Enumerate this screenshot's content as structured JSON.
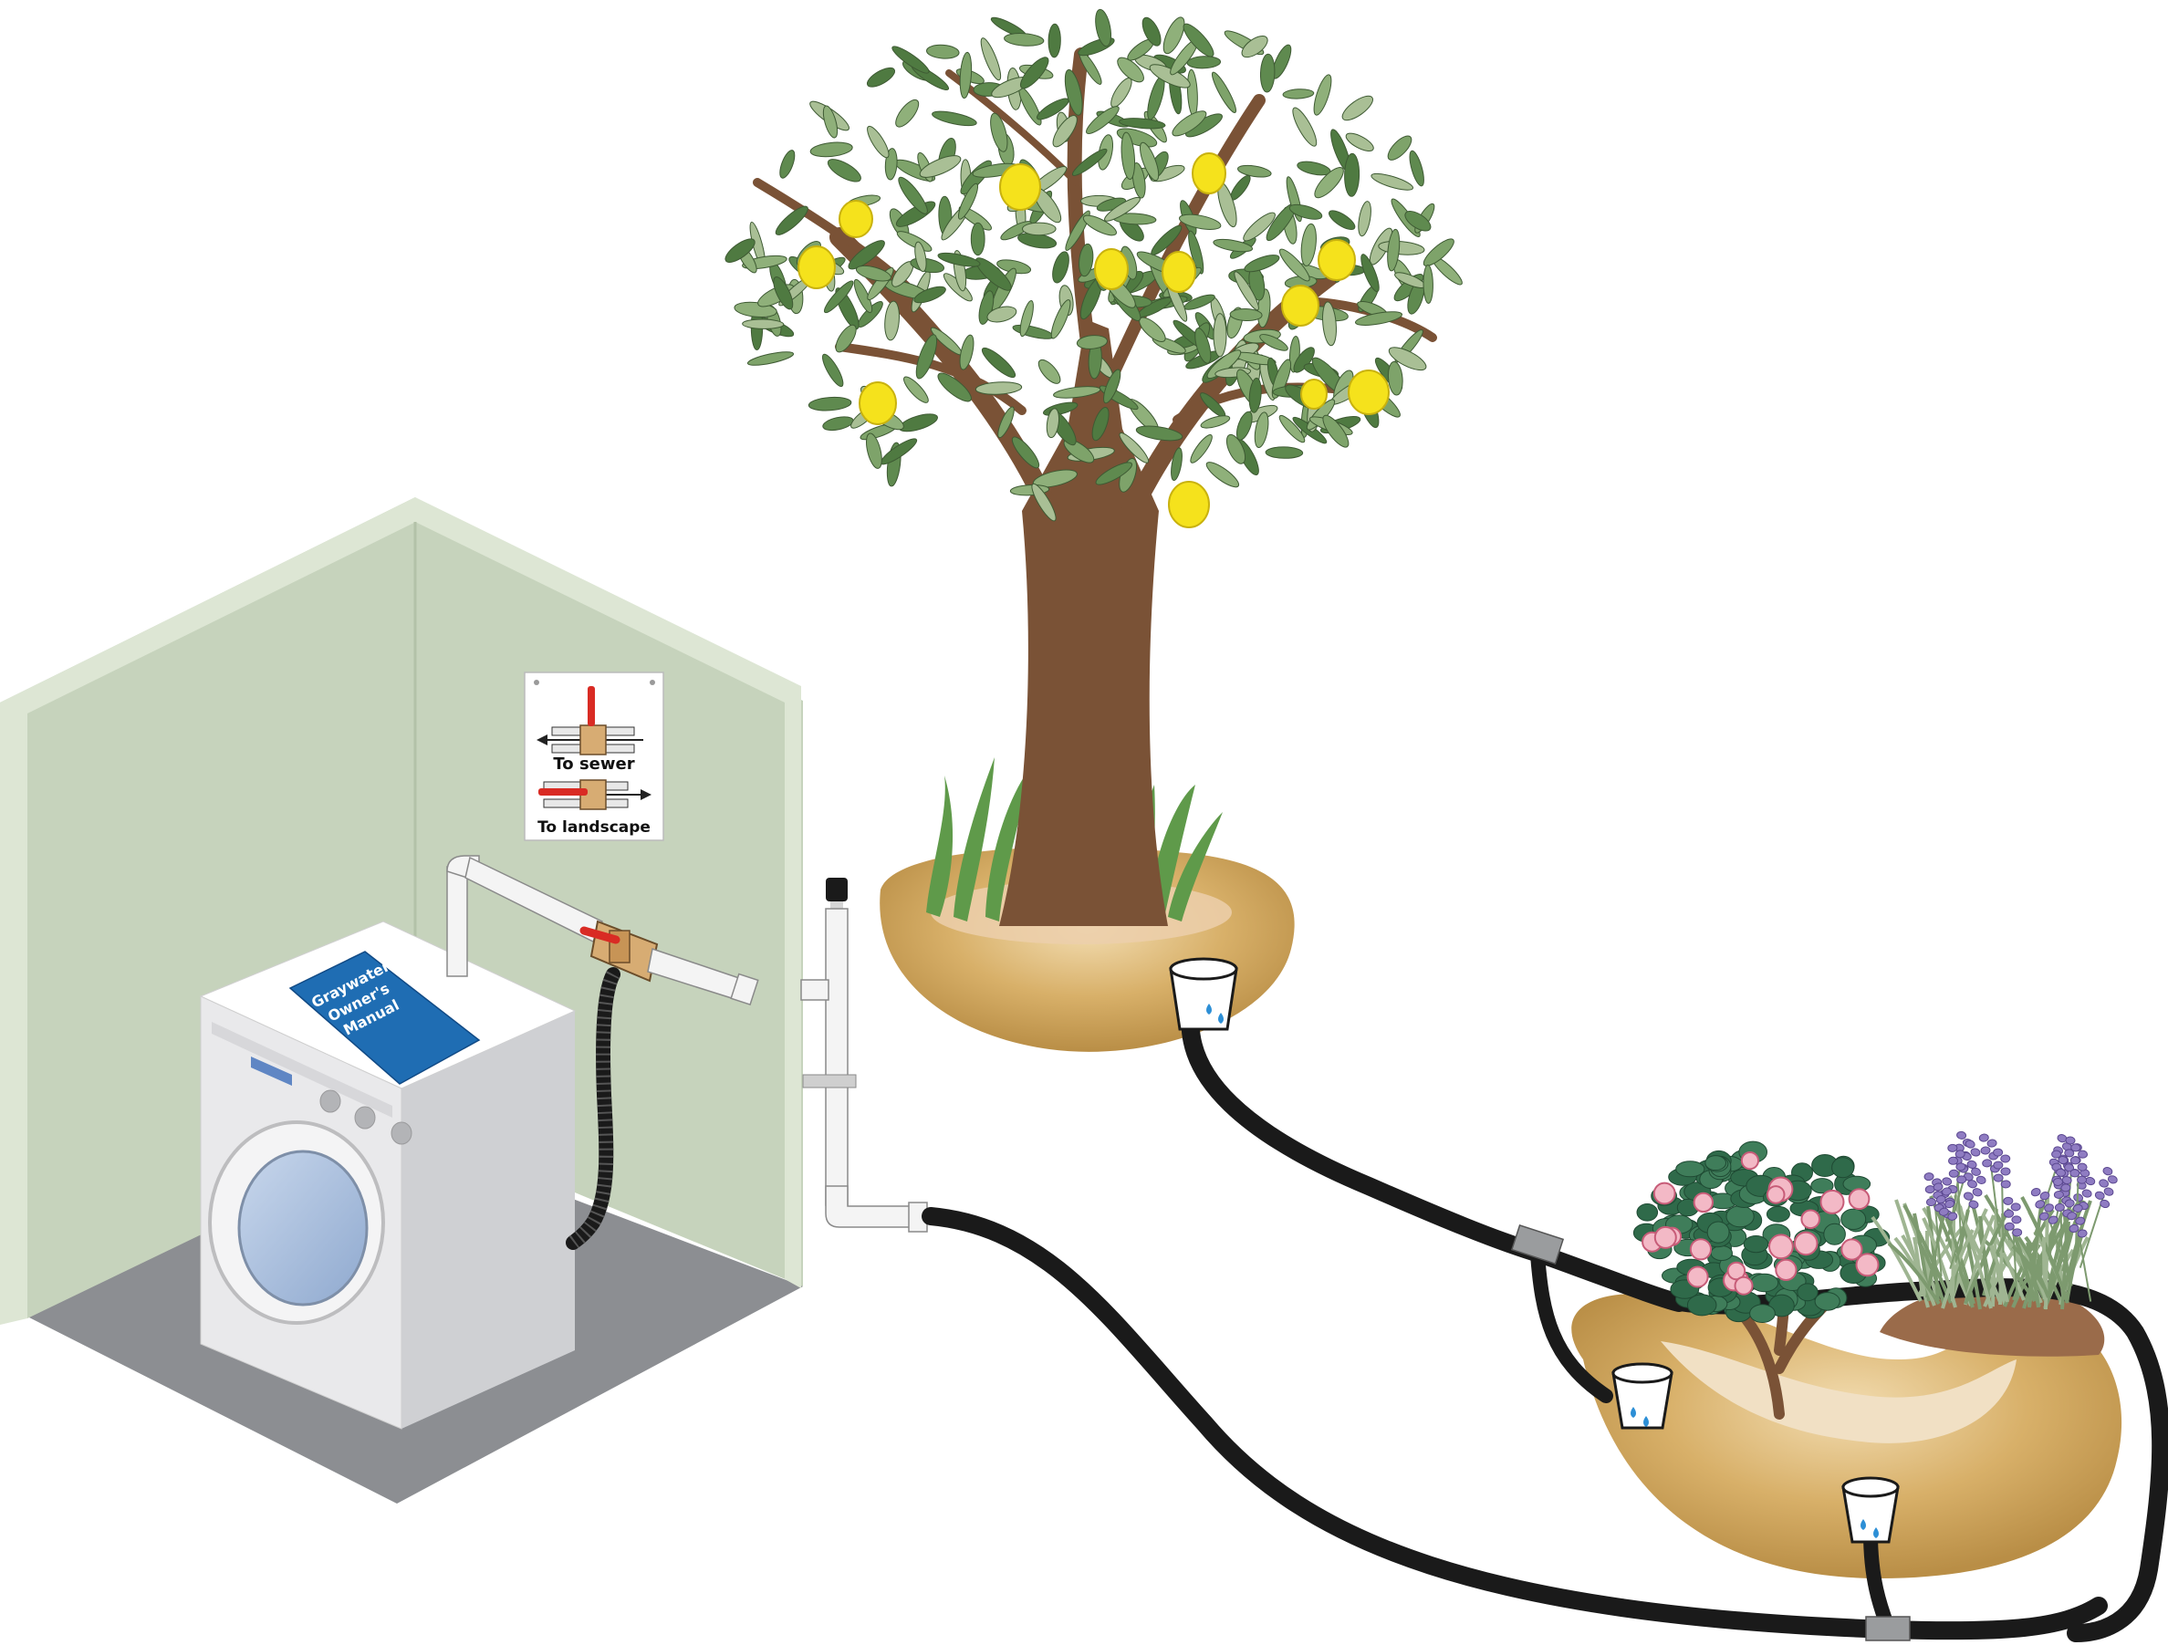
{
  "diagram": {
    "sign": {
      "to_sewer": "To sewer",
      "to_landscape": "To landscape"
    },
    "manual": {
      "line1": "Graywater",
      "line2": "Owner's",
      "line3": "Manual"
    }
  },
  "colors": {
    "wall": "#c6d3bc",
    "wall_edge": "#dde6d4",
    "floor": "#8c8e92",
    "pipe": "#1a1a1a",
    "soil": "#d7b26a",
    "trunk": "#7a5236",
    "leaf": "#5f8a4f",
    "lemon": "#f5e21c",
    "manual": "#1f6db3",
    "valve_handle": "#d92b24"
  }
}
